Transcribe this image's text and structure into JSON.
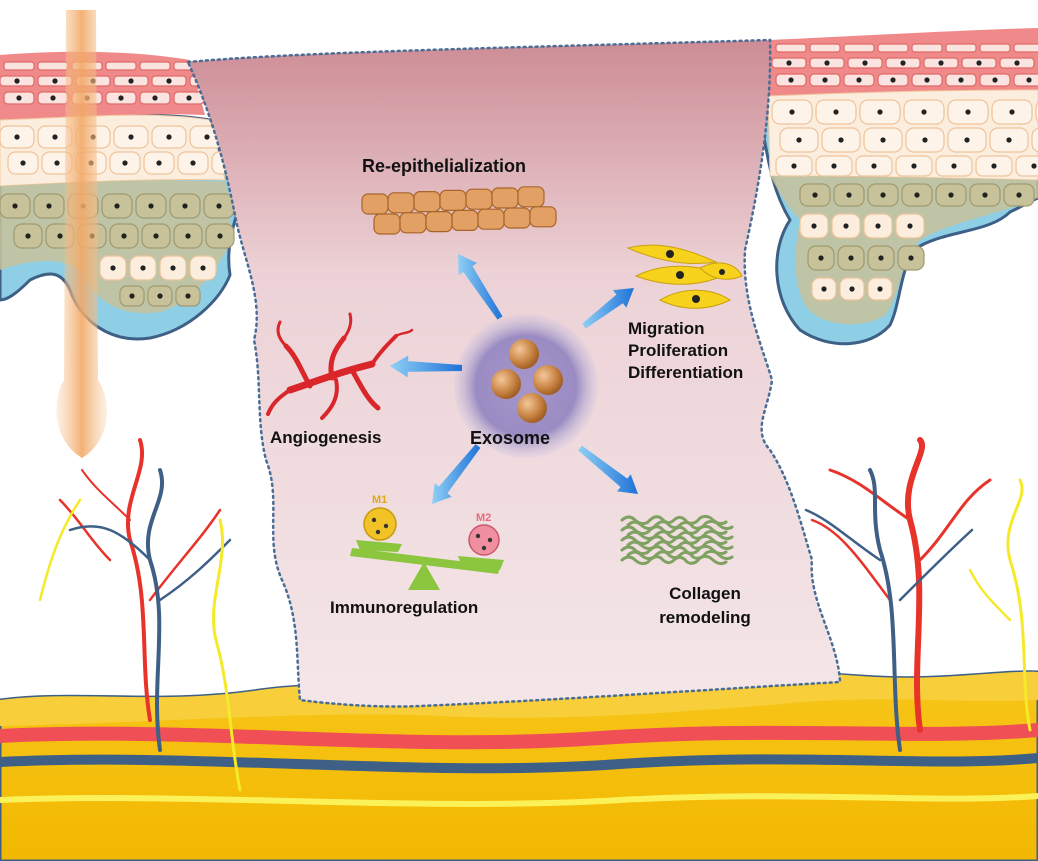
{
  "center": {
    "label": "Exosome"
  },
  "effects": {
    "reepithelialization": "Re-epithelialization",
    "migration": [
      "Migration",
      "Proliferation",
      "Differentiation"
    ],
    "angiogenesis": "Angiogenesis",
    "immunoregulation": "Immunoregulation",
    "collagen": [
      "Collagen",
      "remodeling"
    ]
  },
  "macrophages": {
    "m1": "M1",
    "m2": "M2"
  },
  "colors": {
    "wound_bed": "#f1dde0",
    "epidermis_red": "#f08a8a",
    "cell_fill": "#fbeede",
    "basal_blue": "#8ecfe5",
    "dermis_olive": "#c7c29a",
    "fat_yellow": "#f6c20d",
    "artery": "#e8332b",
    "vein": "#3e5f86",
    "nerve": "#f5ea2a",
    "arrow_blue": "#1f7fe0",
    "exosome_halo": "#8a7fb5",
    "collagen": "#7fa263",
    "balance_green": "#8cc63f"
  }
}
